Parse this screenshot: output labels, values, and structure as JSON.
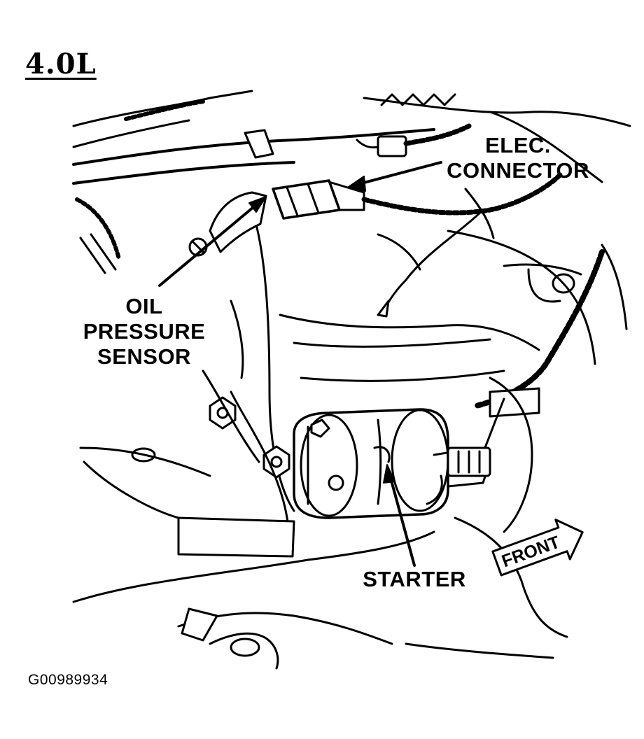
{
  "heading": "4.0L",
  "labels": {
    "elec_connector": [
      "ELEC.",
      "CONNECTOR"
    ],
    "oil_pressure_sensor": [
      "OIL",
      "PRESSURE",
      "SENSOR"
    ],
    "starter": "STARTER",
    "front": "FRONT"
  },
  "figure_id": "G00989934"
}
